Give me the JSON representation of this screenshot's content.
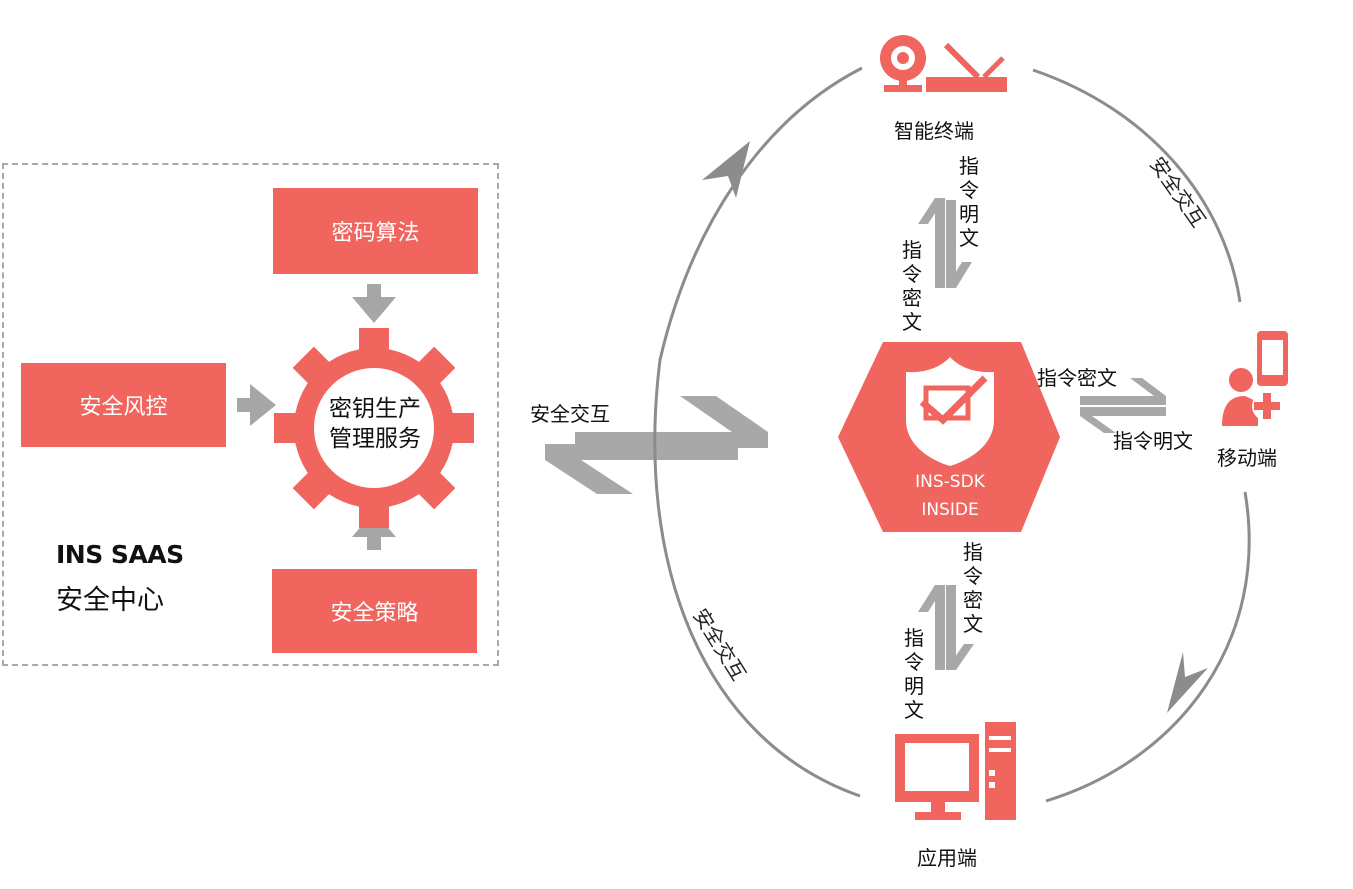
{
  "saas": {
    "box1": "密码算法",
    "box2": "安全风控",
    "box3": "安全策略",
    "gear_line1": "密钥生产",
    "gear_line2": "管理服务",
    "title": "INS SAAS",
    "subtitle": "安全中心"
  },
  "center": {
    "exchange_label": "安全交互",
    "hex_line1": "INS-SDK",
    "hex_line2": "INSIDE"
  },
  "nodes": {
    "smart_terminal": "智能终端",
    "mobile": "移动端",
    "app": "应用端"
  },
  "links": {
    "top_plain": "指令明文",
    "top_cipher": "指令密文",
    "right_cipher": "指令密文",
    "right_plain": "指令明文",
    "bottom_cipher": "指令密文",
    "bottom_plain": "指令明文",
    "ring_top_right": "安全交互",
    "ring_bottom_left": "安全交互"
  },
  "colors": {
    "accent": "#f0655d",
    "arrow_gray": "#a6a6a6",
    "ring_gray": "#8c8c8c"
  },
  "icons": [
    "gear-icon",
    "shield-check-icon",
    "webcam-icon",
    "router-icon",
    "mobile-user-icon",
    "desktop-computer-icon"
  ]
}
